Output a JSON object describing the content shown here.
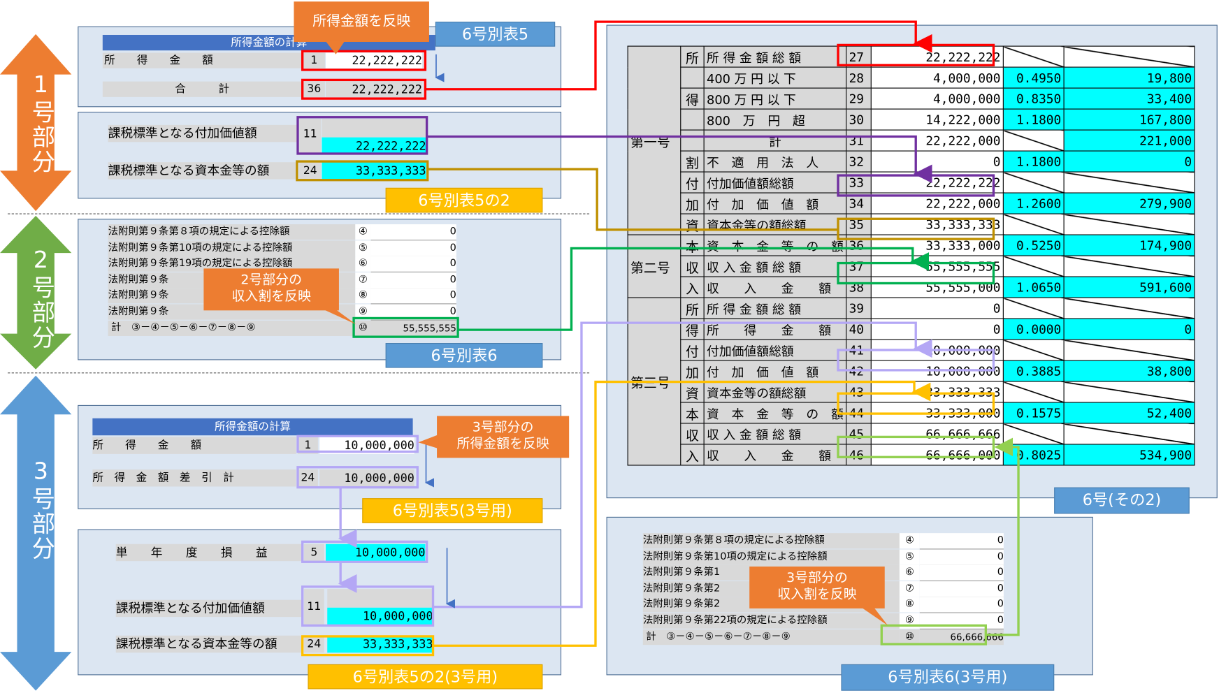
{
  "side_labels": {
    "part1": "1号部分",
    "part2": "2号部分",
    "part3": "3号部分"
  },
  "colors": {
    "orange": "#ed7d31",
    "green": "#70ad47",
    "blue": "#5b9bd5",
    "red": "#ff0000",
    "purple": "#7030a0",
    "gold": "#bf9000",
    "lime": "#00b050",
    "lavender": "#b4a7f5",
    "yellow": "#ffc000",
    "lightgreen": "#92d050",
    "cyan": "#00ffff"
  },
  "sheets": {
    "s5": {
      "label": "6号別表5",
      "header": "所得金額の計算",
      "row1_label": "所　　得　　金　　額",
      "row1_no": "1",
      "row1_val": "22,222,222",
      "row2_label": "合　　　計",
      "row2_no": "36",
      "row2_val": "22,222,222"
    },
    "s52": {
      "label": "6号別表5の2",
      "row1_label": "課税標準となる付加価値額",
      "row1_no": "11",
      "row1_val": "22,222,222",
      "row2_label": "課税標準となる資本金等の額",
      "row2_no": "24",
      "row2_val": "33,333,333"
    },
    "s6": {
      "label": "6号別表6",
      "rows": [
        {
          "label": "法附則第９条第８項の規定による控除額",
          "no": "④",
          "val": "0"
        },
        {
          "label": "法附則第９条第10項の規定による控除額",
          "no": "⑤",
          "val": "0"
        },
        {
          "label": "法附則第９条第19項の規定による控除額",
          "no": "⑥",
          "val": "0"
        },
        {
          "label": "法附則第９条",
          "no": "⑦",
          "val": "0"
        },
        {
          "label": "法附則第９条",
          "no": "⑧",
          "val": "0"
        },
        {
          "label": "法附則第９条",
          "no": "⑨",
          "val": "0"
        }
      ],
      "total_label": "計　③－④－⑤－⑥－⑦－⑧－⑨",
      "total_no": "⑩",
      "total_val": "55,555,555"
    },
    "s5_3": {
      "label": "6号別表5(3号用)",
      "header": "所得金額の計算",
      "row1_label": "所　　得　　金　　額",
      "row1_no": "1",
      "row1_val": "10,000,000",
      "row2_label": "所　得　金　額　差　引　計",
      "row2_no": "24",
      "row2_val": "10,000,000"
    },
    "s52_3": {
      "label": "6号別表5の2(3号用)",
      "row0_label": "単　　年　　度　　損　　益",
      "row0_no": "5",
      "row0_val": "10,000,000",
      "row1_label": "課税標準となる付加価値額",
      "row1_no": "11",
      "row1_val": "10,000,000",
      "row2_label": "課税標準となる資本金等の額",
      "row2_no": "24",
      "row2_val": "33,333,333"
    },
    "s6_3": {
      "label": "6号別表6(3号用)",
      "rows": [
        {
          "label": "法附則第９条第８項の規定による控除額",
          "no": "④",
          "val": "0"
        },
        {
          "label": "法附則第９条第10項の規定による控除額",
          "no": "⑤",
          "val": "0"
        },
        {
          "label": "法附則第９条第1",
          "no": "⑥",
          "val": "0"
        },
        {
          "label": "法附則第９条第2",
          "no": "⑦",
          "val": "0"
        },
        {
          "label": "法附則第９条第2",
          "no": "⑧",
          "val": "0"
        },
        {
          "label": "法附則第９条第22項の規定による控除額",
          "no": "⑨",
          "val": "0"
        }
      ],
      "total_label": "計　③－④－⑤－⑥－⑦－⑧－⑨",
      "total_no": "⑩",
      "total_val": "66,666,666"
    },
    "s6_2": {
      "label": "6号(その2)"
    }
  },
  "callouts": {
    "c1": "所得金額を反映",
    "c2a": "2号部分の",
    "c2b": "収入割を反映",
    "c3a": "3号部分の",
    "c3b": "所得金額を反映",
    "c4a": "3号部分の",
    "c4b": "収入割を反映"
  },
  "big_table": {
    "groups": [
      {
        "name": "第一号"
      },
      {
        "name": "第二号"
      },
      {
        "name": "第三号"
      }
    ],
    "rows": [
      {
        "s": "所",
        "label": "所 得 金 額 総 額",
        "no": "27",
        "amount": "22,222,222",
        "rate": "",
        "tax": ""
      },
      {
        "s": "",
        "label": "400 万 円 以 下",
        "no": "28",
        "amount": "4,000,000",
        "rate": "0.4950",
        "tax": "19,800"
      },
      {
        "s": "得",
        "label": "800 万 円 以 下",
        "no": "29",
        "amount": "4,000,000",
        "rate": "0.8350",
        "tax": "33,400"
      },
      {
        "s": "",
        "label": "800　万　円　超",
        "no": "30",
        "amount": "14,222,000",
        "rate": "1.1800",
        "tax": "167,800"
      },
      {
        "s": "",
        "label": "計",
        "no": "31",
        "amount": "22,222,000",
        "rate": "",
        "tax": "221,000"
      },
      {
        "s": "割",
        "label": "不　適　用　法　人",
        "no": "32",
        "amount": "0",
        "rate": "1.1800",
        "tax": "0"
      },
      {
        "s": "付",
        "label": "付加価値額総額",
        "no": "33",
        "amount": "22,222,222",
        "rate": "",
        "tax": ""
      },
      {
        "s": "加",
        "label": "付　加　価　値　額",
        "no": "34",
        "amount": "22,222,000",
        "rate": "1.2600",
        "tax": "279,900"
      },
      {
        "s": "資",
        "label": "資本金等の額総額",
        "no": "35",
        "amount": "33,333,333",
        "rate": "",
        "tax": ""
      },
      {
        "s": "本",
        "label": "資　本　金　等　の　額",
        "no": "36",
        "amount": "33,333,000",
        "rate": "0.5250",
        "tax": "174,900"
      },
      {
        "s": "収",
        "label": "収 入 金 額 総 額",
        "no": "37",
        "amount": "55,555,555",
        "rate": "",
        "tax": ""
      },
      {
        "s": "入",
        "label": "収　　入　　金　　額",
        "no": "38",
        "amount": "55,555,000",
        "rate": "1.0650",
        "tax": "591,600"
      },
      {
        "s": "所",
        "label": "所 得 金 額 総 額",
        "no": "39",
        "amount": "0",
        "rate": "",
        "tax": ""
      },
      {
        "s": "得",
        "label": "所　　得　　金　　額",
        "no": "40",
        "amount": "0",
        "rate": "0.0000",
        "tax": "0"
      },
      {
        "s": "付",
        "label": "付加価値額総額",
        "no": "41",
        "amount": "10,000,000",
        "rate": "",
        "tax": ""
      },
      {
        "s": "加",
        "label": "付　加　価　値　額",
        "no": "42",
        "amount": "10,000,000",
        "rate": "0.3885",
        "tax": "38,800"
      },
      {
        "s": "資",
        "label": "資本金等の額総額",
        "no": "43",
        "amount": "33,333,333",
        "rate": "",
        "tax": ""
      },
      {
        "s": "本",
        "label": "資　本　金　等　の　額",
        "no": "44",
        "amount": "33,333,000",
        "rate": "0.1575",
        "tax": "52,400"
      },
      {
        "s": "収",
        "label": "収 入 金 額 総 額",
        "no": "45",
        "amount": "66,666,666",
        "rate": "",
        "tax": ""
      },
      {
        "s": "入",
        "label": "収　　入　　金　　額",
        "no": "46",
        "amount": "66,666,000",
        "rate": "0.8025",
        "tax": "534,900"
      }
    ]
  }
}
